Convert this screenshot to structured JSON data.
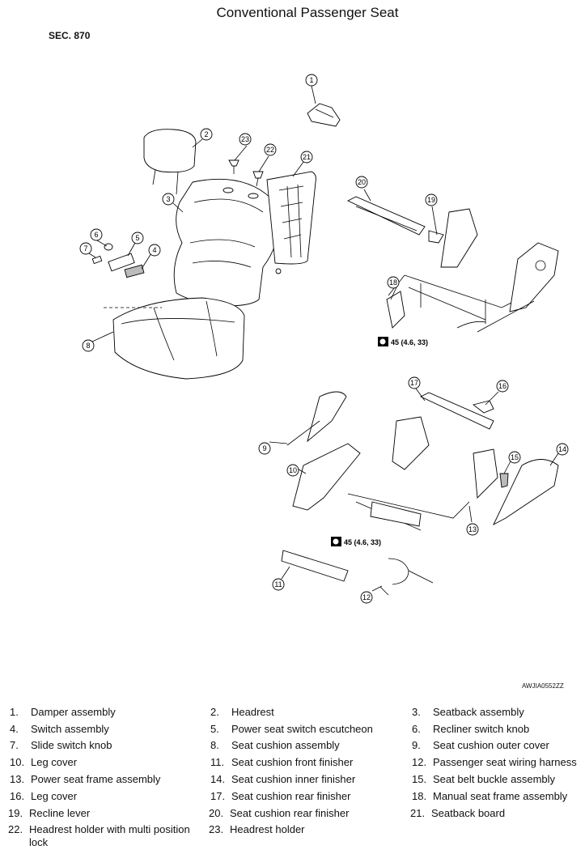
{
  "title": "Conventional Passenger Seat",
  "section": "SEC. 870",
  "figure_id": "AWJIA0552ZZ",
  "torque_label": "45 (4.6, 33)",
  "callouts": [
    "1",
    "2",
    "3",
    "4",
    "5",
    "6",
    "7",
    "8",
    "9",
    "10",
    "11",
    "12",
    "13",
    "14",
    "15",
    "16",
    "17",
    "18",
    "19",
    "20",
    "21",
    "22",
    "23"
  ],
  "legend": [
    {
      "num": "1.",
      "name": "Damper assembly"
    },
    {
      "num": "2.",
      "name": "Headrest"
    },
    {
      "num": "3.",
      "name": "Seatback assembly"
    },
    {
      "num": "4.",
      "name": "Switch assembly"
    },
    {
      "num": "5.",
      "name": "Power seat switch escutcheon"
    },
    {
      "num": "6.",
      "name": "Recliner switch knob"
    },
    {
      "num": "7.",
      "name": "Slide switch knob"
    },
    {
      "num": "8.",
      "name": "Seat cushion assembly"
    },
    {
      "num": "9.",
      "name": "Seat cushion outer cover"
    },
    {
      "num": "10.",
      "name": "Leg cover"
    },
    {
      "num": "11.",
      "name": "Seat cushion front finisher"
    },
    {
      "num": "12.",
      "name": "Passenger seat wiring harness"
    },
    {
      "num": "13.",
      "name": "Power seat frame assembly"
    },
    {
      "num": "14.",
      "name": "Seat cushion inner finisher"
    },
    {
      "num": "15.",
      "name": "Seat belt buckle assembly"
    },
    {
      "num": "16.",
      "name": "Leg cover"
    },
    {
      "num": "17.",
      "name": "Seat cushion rear finisher"
    },
    {
      "num": "18.",
      "name": "Manual seat frame assembly"
    },
    {
      "num": "19.",
      "name": "Recline lever"
    },
    {
      "num": "20.",
      "name": "Seat cushion rear finisher"
    },
    {
      "num": "21.",
      "name": "Seatback board"
    },
    {
      "num": "22.",
      "name": "Headrest holder with multi position lock"
    },
    {
      "num": "23.",
      "name": "Headrest holder"
    }
  ]
}
